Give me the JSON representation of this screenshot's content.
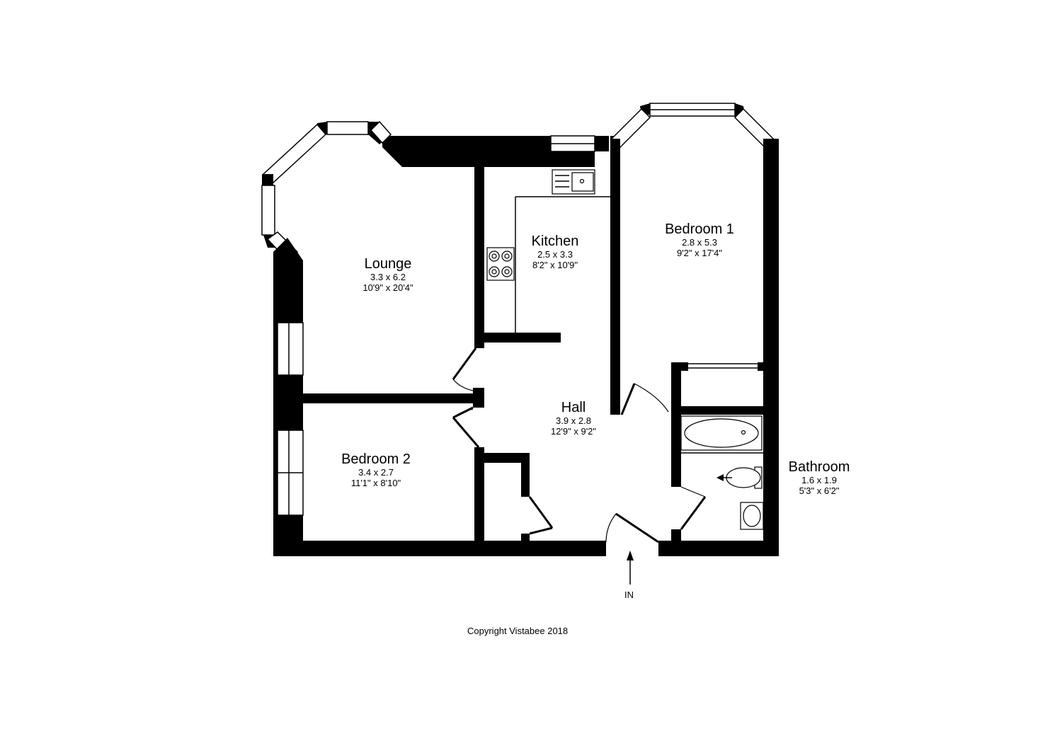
{
  "rooms": {
    "lounge": {
      "name": "Lounge",
      "metric": "3.3 x 6.2",
      "imperial": "10'9\" x 20'4\""
    },
    "kitchen": {
      "name": "Kitchen",
      "metric": "2.5 x 3.3",
      "imperial": "8'2\" x 10'9\""
    },
    "bedroom1": {
      "name": "Bedroom 1",
      "metric": "2.8 x 5.3",
      "imperial": "9'2\" x 17'4\""
    },
    "hall": {
      "name": "Hall",
      "metric": "3.9 x 2.8",
      "imperial": "12'9\" x 9'2\""
    },
    "bedroom2": {
      "name": "Bedroom 2",
      "metric": "3.4 x 2.7",
      "imperial": "11'1\" x 8'10\""
    },
    "bathroom": {
      "name": "Bathroom",
      "metric": "1.6 x 1.9",
      "imperial": "5'3\" x 6'2\""
    }
  },
  "entrance": {
    "label": "IN"
  },
  "copyright": "Copyright Vistabee 2018"
}
